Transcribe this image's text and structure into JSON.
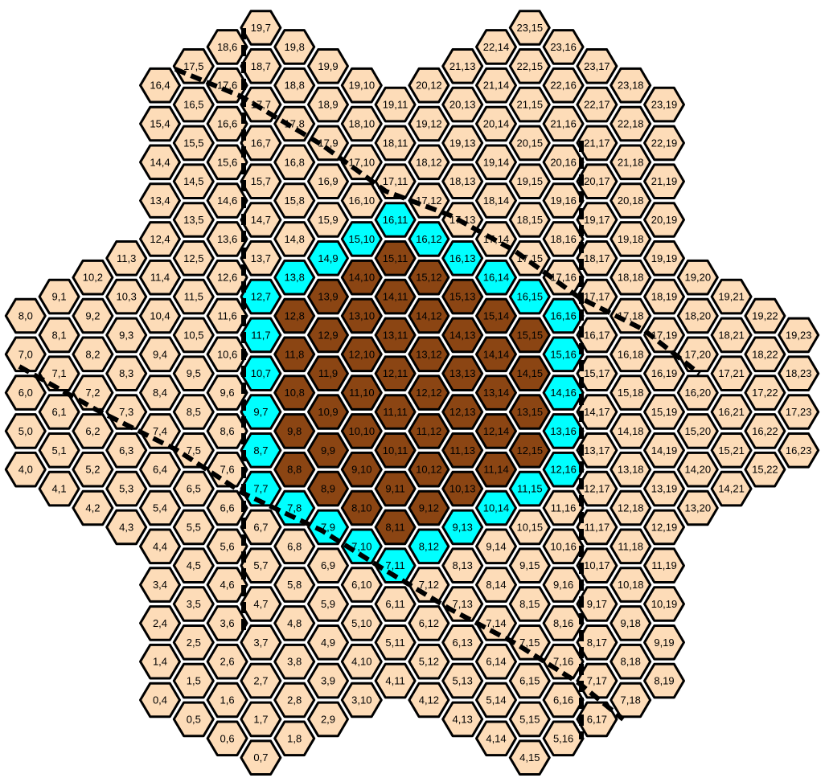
{
  "colors": {
    "outer": "#fddcb8",
    "ring": "#00ffff",
    "core": "#8b4513",
    "outline": "#000000"
  },
  "grid": {
    "rows_per_column": {
      "0": [
        0,
        4
      ],
      "1": [
        1,
        4
      ],
      "2": [
        2,
        4
      ],
      "3": [
        3,
        4
      ],
      "4": [
        4,
        8
      ],
      "5": [
        5,
        8
      ],
      "6": [
        6,
        8
      ],
      "7": [
        7,
        8
      ],
      "8": [
        8,
        12
      ],
      "9": [
        9,
        12
      ],
      "10": [
        10,
        12
      ],
      "11": [
        11,
        12
      ],
      "12": [
        12,
        16
      ],
      "13": [
        13,
        16
      ],
      "14": [
        14,
        16
      ],
      "15": [
        15,
        16
      ],
      "16": [
        16,
        20
      ],
      "17": [
        17,
        20
      ],
      "18": [
        18,
        20
      ],
      "19": [
        19,
        20
      ],
      "20": [
        20,
        24
      ],
      "21": [
        21,
        24
      ],
      "22": [
        22,
        24
      ],
      "23": [
        23,
        24
      ]
    },
    "rows_note": "",
    "cells": [
      "19,7",
      "18,6",
      "19,8",
      "17,5",
      "18,7",
      "19,9",
      "16,4",
      "17,6",
      "18,8",
      "19,10",
      "16,5",
      "17,7",
      "18,9",
      "19,11",
      "15,4",
      "16,6",
      "17,8",
      "18,10",
      "19,12",
      "15,5",
      "16,7",
      "17,9",
      "18,11",
      "19,13",
      "14,4",
      "15,6",
      "16,8",
      "17,10",
      "18,12",
      "19,14",
      "14,5",
      "15,7",
      "16,9",
      "17,11",
      "18,13",
      "19,15",
      "13,4",
      "14,6",
      "15,8",
      "16,10",
      "17,12",
      "18,14",
      "19,16",
      "13,5",
      "14,7",
      "15,9",
      "16,11",
      "17,13",
      "18,15",
      "19,17",
      "12,4",
      "13,6",
      "14,8",
      "15,10",
      "16,12",
      "17,14",
      "18,16",
      "19,18",
      "11,3",
      "12,5",
      "13,7",
      "14,9",
      "15,11",
      "16,13",
      "17,15",
      "18,17",
      "19,19",
      "10,2",
      "11,4",
      "12,6",
      "13,8",
      "14,10",
      "15,12",
      "16,14",
      "17,16",
      "18,18",
      "19,20",
      "9,1",
      "10,3",
      "11,5",
      "12,7",
      "13,9",
      "14,11",
      "15,13",
      "16,15",
      "17,17",
      "18,19",
      "19,21",
      "8,0",
      "9,2",
      "10,4",
      "11,6",
      "12,8",
      "13,10",
      "14,12",
      "15,14",
      "16,16",
      "17,18",
      "18,20",
      "19,22",
      "8,1",
      "9,3",
      "10,5",
      "11,7",
      "12,9",
      "13,11",
      "14,13",
      "15,15",
      "16,17",
      "17,19",
      "18,21",
      "19,23",
      "7,0",
      "8,2",
      "9,4",
      "10,6",
      "11,8",
      "12,10",
      "13,12",
      "14,14",
      "15,16",
      "16,18",
      "17,20",
      "18,22",
      "7,1",
      "8,3",
      "9,5",
      "10,7",
      "11,9",
      "12,11",
      "13,13",
      "14,15",
      "15,17",
      "16,19",
      "17,21",
      "18,23",
      "6,0",
      "7,2",
      "8,4",
      "9,6",
      "10,8",
      "11,10",
      "12,12",
      "13,14",
      "14,16",
      "15,18",
      "16,20",
      "17,22",
      "6,1",
      "7,3",
      "8,5",
      "9,7",
      "10,9",
      "11,11",
      "12,13",
      "13,15",
      "14,17",
      "15,19",
      "16,21",
      "17,23",
      "5,0",
      "6,2",
      "7,4",
      "8,6",
      "9,8",
      "10,10",
      "11,12",
      "12,14",
      "13,16",
      "14,18",
      "15,20",
      "16,22",
      "5,1",
      "6,3",
      "7,5",
      "8,7",
      "9,9",
      "10,11",
      "11,13",
      "12,15",
      "13,17",
      "14,19",
      "15,21",
      "16,23",
      "4,0",
      "5,2",
      "6,4",
      "7,6",
      "8,8",
      "9,10",
      "10,12",
      "11,14",
      "12,16",
      "13,18",
      "14,20",
      "15,22",
      "4,1",
      "5,3",
      "6,5",
      "7,7",
      "8,9",
      "9,11",
      "10,13",
      "11,15",
      "12,17",
      "13,19",
      "14,21",
      "4,2",
      "5,4",
      "6,6",
      "7,8",
      "8,10",
      "9,12",
      "10,14",
      "11,16",
      "12,18",
      "13,20",
      "4,3",
      "5,5",
      "6,7",
      "7,9",
      "8,11",
      "9,13",
      "10,15",
      "11,17",
      "12,19",
      "4,4",
      "5,6",
      "6,8",
      "7,10",
      "8,12",
      "9,14",
      "10,16",
      "11,18",
      "4,5",
      "5,7",
      "6,9",
      "7,11",
      "8,13",
      "9,15",
      "10,17",
      "11,19",
      "3,4",
      "4,6",
      "5,8",
      "6,10",
      "7,12",
      "8,14",
      "9,16",
      "10,18",
      "3,5",
      "4,7",
      "5,9",
      "6,11",
      "7,13",
      "8,15",
      "9,17",
      "10,19",
      "2,4",
      "3,6",
      "4,8",
      "5,10",
      "6,12",
      "7,14",
      "8,16",
      "9,18",
      "2,5",
      "3,7",
      "4,9",
      "5,11",
      "6,13",
      "7,15",
      "8,17",
      "9,19",
      "1,4",
      "2,6",
      "3,8",
      "4,10",
      "5,12",
      "6,14",
      "7,16",
      "8,18",
      "1,5",
      "2,7",
      "3,9",
      "4,11",
      "5,13",
      "6,15",
      "7,17",
      "8,19",
      "0,4",
      "1,6",
      "2,8",
      "3,10",
      "4,12",
      "5,14",
      "6,16",
      "7,18",
      "0,5",
      "1,7",
      "2,9",
      "4,13",
      "5,15",
      "6,17",
      "0,6",
      "1,8",
      "4,14",
      "5,16",
      "0,7",
      "4,15",
      "20,12",
      "21,13",
      "22,14",
      "23,15",
      "20,13",
      "21,14",
      "22,15",
      "23,16",
      "20,14",
      "21,15",
      "22,16",
      "23,17",
      "20,15",
      "21,16",
      "22,17",
      "23,18",
      "20,16",
      "21,17",
      "22,18",
      "23,19",
      "20,17",
      "21,18",
      "22,19",
      "20,18",
      "21,19",
      "20,19"
    ],
    "ring": [
      "16,11",
      "15,10",
      "16,12",
      "14,9",
      "16,13",
      "13,8",
      "16,14",
      "12,7",
      "16,15",
      "11,7",
      "16,16",
      "10,7",
      "15,16",
      "9,7",
      "14,16",
      "8,7",
      "13,16",
      "7,7",
      "12,16",
      "7,8",
      "11,15",
      "7,9",
      "10,14",
      "7,10",
      "9,13",
      "7,11",
      "8,12"
    ],
    "core": [
      "15,11",
      "14,10",
      "15,12",
      "13,9",
      "14,11",
      "15,13",
      "12,8",
      "13,10",
      "14,12",
      "15,14",
      "12,9",
      "13,11",
      "14,13",
      "15,15",
      "11,8",
      "12,10",
      "13,12",
      "14,14",
      "11,9",
      "12,11",
      "13,13",
      "14,15",
      "10,8",
      "11,10",
      "12,12",
      "13,14",
      "10,9",
      "11,11",
      "12,13",
      "13,15",
      "9,8",
      "10,10",
      "11,12",
      "12,14",
      "9,9",
      "10,11",
      "11,13",
      "12,15",
      "8,8",
      "9,10",
      "10,12",
      "11,14",
      "8,9",
      "9,11",
      "10,13",
      "8,10",
      "9,12",
      "8,11"
    ]
  }
}
